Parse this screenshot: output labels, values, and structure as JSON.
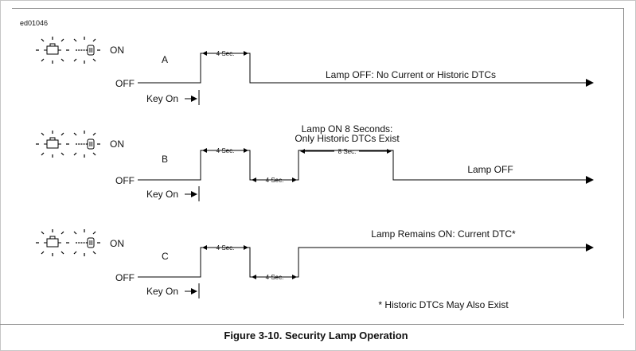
{
  "figure_id": "ed01046",
  "caption": "Figure 3-10. Security Lamp Operation",
  "footnote": "* Historic DTCs May Also Exist",
  "common": {
    "on_label": "ON",
    "off_label": "OFF",
    "key_on_label": "Key On",
    "four_sec": "4 Sec.",
    "eight_sec": "8 Sec."
  },
  "rows": [
    {
      "letter": "A",
      "status": "Lamp OFF: No Current or Historic DTCs"
    },
    {
      "letter": "B",
      "status_line1": "Lamp ON 8 Seconds:",
      "status_line2": "Only Historic DTCs Exist",
      "status_end": "Lamp OFF"
    },
    {
      "letter": "C",
      "status": "Lamp Remains ON: Current DTC*"
    }
  ],
  "colors": {
    "line": "#000000",
    "frame": "#8a8a8a",
    "window_border": "#c6c6c6"
  },
  "icons": [
    "engine-icon",
    "key-icon"
  ]
}
